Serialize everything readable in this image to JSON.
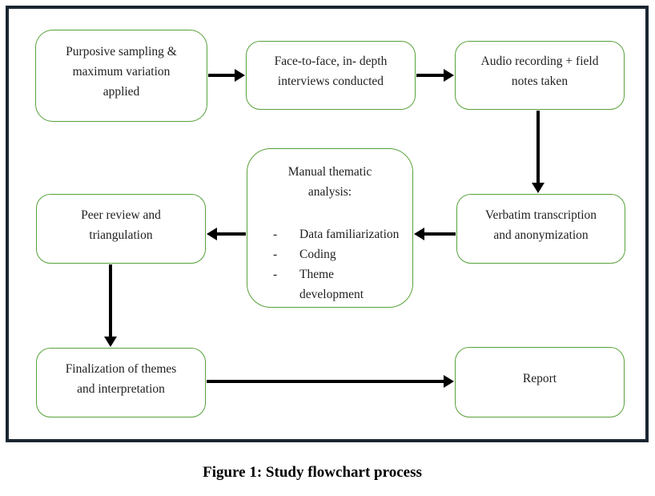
{
  "figure": {
    "caption": "Figure 1: Study flowchart process"
  },
  "colors": {
    "frame_border": "#1a2630",
    "box_border": "#57a23b",
    "arrow": "#000000",
    "background": "#ffffff",
    "text": "#1f1f1f"
  },
  "flowchart": {
    "nodes": {
      "purposive": {
        "lines": [
          "Purposive sampling &",
          "maximum variation",
          "applied"
        ]
      },
      "interviews": {
        "lines": [
          "Face-to-face, in- depth",
          "interviews conducted"
        ]
      },
      "audio": {
        "lines": [
          "Audio recording + field",
          "notes taken"
        ]
      },
      "manual": {
        "title_lines": [
          "Manual thematic",
          "analysis:"
        ],
        "bullets": [
          {
            "marker": "-",
            "text": "Data familiarization"
          },
          {
            "marker": "-",
            "text": "Coding"
          },
          {
            "marker": "-",
            "text": "Theme"
          },
          {
            "marker": "",
            "text": "development"
          }
        ]
      },
      "verbatim": {
        "lines": [
          "Verbatim transcription",
          "and anonymization"
        ]
      },
      "peer": {
        "lines": [
          "Peer review and",
          "triangulation"
        ]
      },
      "finalization": {
        "lines": [
          "Finalization of themes",
          "and interpretation"
        ]
      },
      "report": {
        "lines": [
          "Report"
        ]
      }
    },
    "edges": [
      {
        "from": "purposive",
        "to": "interviews"
      },
      {
        "from": "interviews",
        "to": "audio"
      },
      {
        "from": "audio",
        "to": "verbatim"
      },
      {
        "from": "verbatim",
        "to": "manual"
      },
      {
        "from": "manual",
        "to": "peer"
      },
      {
        "from": "peer",
        "to": "finalization"
      },
      {
        "from": "finalization",
        "to": "report"
      }
    ]
  }
}
